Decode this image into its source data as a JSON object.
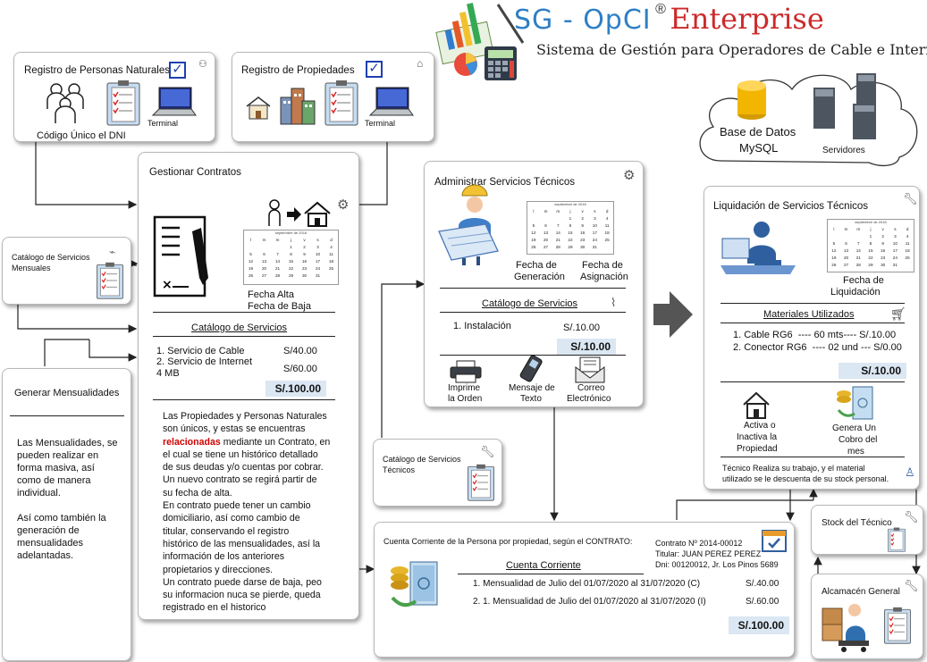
{
  "header": {
    "title_sg": "SG - OpCI",
    "title_mark": "®",
    "title_ent": "Enterprise",
    "subtitle": "Sistema de Gestión para Operadores de Cable e Internet"
  },
  "cloud": {
    "db_label_1": "Base de Datos",
    "db_label_2": "MySQL",
    "servers_label": "Servidores"
  },
  "personas": {
    "title": "Registro de Personas Naturales",
    "caption": "Código Único el DNI",
    "terminal": "Terminal"
  },
  "propiedades": {
    "title": "Registro de Propiedades",
    "terminal": "Terminal"
  },
  "catalogo_mensuales": {
    "title_1": "Catálogo de Servicios",
    "title_2": "Mensuales"
  },
  "mensualidades": {
    "title": "Generar Mensualidades",
    "p1": [
      "Las Mensualidades, se",
      "pueden realizar en",
      "forma masiva, así",
      "como de manera",
      "individual."
    ],
    "p2": [
      "Así como también la",
      "generación de",
      "mensualidades",
      "adelantadas."
    ]
  },
  "contratos": {
    "title": "Gestionar Contratos",
    "fecha_alta": "Fecha Alta",
    "fecha_baja": "Fecha de Baja",
    "catalog_title": "Catálogo de Servicios",
    "items": [
      {
        "label": "1. Servicio de Cable",
        "price": "S/40.00"
      },
      {
        "label": "2. Servicio de Internet",
        "price": "S/60.00"
      }
    ],
    "item2_cont": "4 MB",
    "total": "S/.100.00",
    "desc_lines": [
      "Las Propiedades y Personas Naturales",
      "son únicos, y estas se encuentras",
      "@relacionadas@ mediante un Contrato, en",
      "el cual se tiene un histórico detallado",
      "de sus deudas y/o cuentas por cobrar.",
      "Un nuevo contrato se regirá partir de",
      "su fecha de alta.",
      "En contrato puede tener un cambio",
      "domiciliario, así como cambio de",
      "titular, conservando el registro",
      "histórico de las mensualidades, así la",
      "información de los anteriores",
      "propietarios y direcciones.",
      "Un contrato puede darse de baja, peo",
      "su informacion nuca se pierde, queda",
      "registrado en el historico"
    ],
    "highlight": "relacionadas"
  },
  "calendar": {
    "month": "septiembre de 2016",
    "days": [
      "l",
      "m",
      "m",
      "j",
      "v",
      "s",
      "d"
    ],
    "weeks": [
      [
        "",
        "",
        "",
        "1",
        "2",
        "3",
        "4"
      ],
      [
        "5",
        "6",
        "7",
        "8",
        "9",
        "10",
        "11"
      ],
      [
        "12",
        "13",
        "14",
        "15",
        "16",
        "17",
        "18"
      ],
      [
        "19",
        "20",
        "21",
        "22",
        "23",
        "24",
        "25"
      ],
      [
        "26",
        "27",
        "28",
        "29",
        "30",
        "31",
        ""
      ]
    ]
  },
  "admin": {
    "title": "Administrar Servicios Técnicos",
    "fecha_gen_1": "Fecha de",
    "fecha_gen_2": "Generación",
    "fecha_asig_1": "Fecha de",
    "fecha_asig_2": "Asignación",
    "catalog_title": "Catálogo de Servicios",
    "item": "1. Instalación",
    "item_price": "S/.10.00",
    "total": "S/.10.00",
    "actions": [
      {
        "l1": "Imprime",
        "l2": "la Orden"
      },
      {
        "l1": "Mensaje de",
        "l2": "Texto"
      },
      {
        "l1": "Correo",
        "l2": "Electrónico"
      }
    ]
  },
  "catalogo_tecnicos": {
    "title_1": "Catálogo de Servicios",
    "title_2": "Técnicos"
  },
  "liquidacion": {
    "title": "Liquidación de Servicios Técnicos",
    "fecha_1": "Fecha de",
    "fecha_2": "Liquidación",
    "materials_title": "Materiales Utilizados",
    "materials": [
      "1. Cable RG6  ---- 60 mts---- S/.10.00",
      "2. Conector RG6  ---- 02 und --- S/0.00"
    ],
    "total": "S/.10.00",
    "activa_1": "Activa o",
    "activa_2": "Inactiva la",
    "activa_3": "Propiedad",
    "genera_1": "Genera Un",
    "genera_2": "Cobro del",
    "genera_3": "mes",
    "note_1": "Técnico Realiza su trabajo, y el material",
    "note_2": "utilizado se le descuenta de su stock personal."
  },
  "stock": {
    "title": "Stock del Técnico"
  },
  "almacen": {
    "title": "Alcamacén General"
  },
  "cuenta": {
    "header": "Cuenta Corriente de la Persona por propiedad, según el CONTRATO:",
    "contrato": "Contrato Nº 2014-00012",
    "titular": "Titular: JUAN PEREZ PEREZ",
    "dni": "Dni: 00120012, Jr. Los Pinos 5689",
    "title": "Cuenta Corriente",
    "rows": [
      {
        "label": "1. Mensualidad de Julio del 01/07/2020 al 31/07/2020 (C)",
        "amount": "S/.40.00"
      },
      {
        "label": "2. 1. Mensualidad de Julio del 01/07/2020 al 31/07/2020 (I)",
        "amount": "S/.60.00"
      }
    ],
    "total": "S/.100.00"
  }
}
